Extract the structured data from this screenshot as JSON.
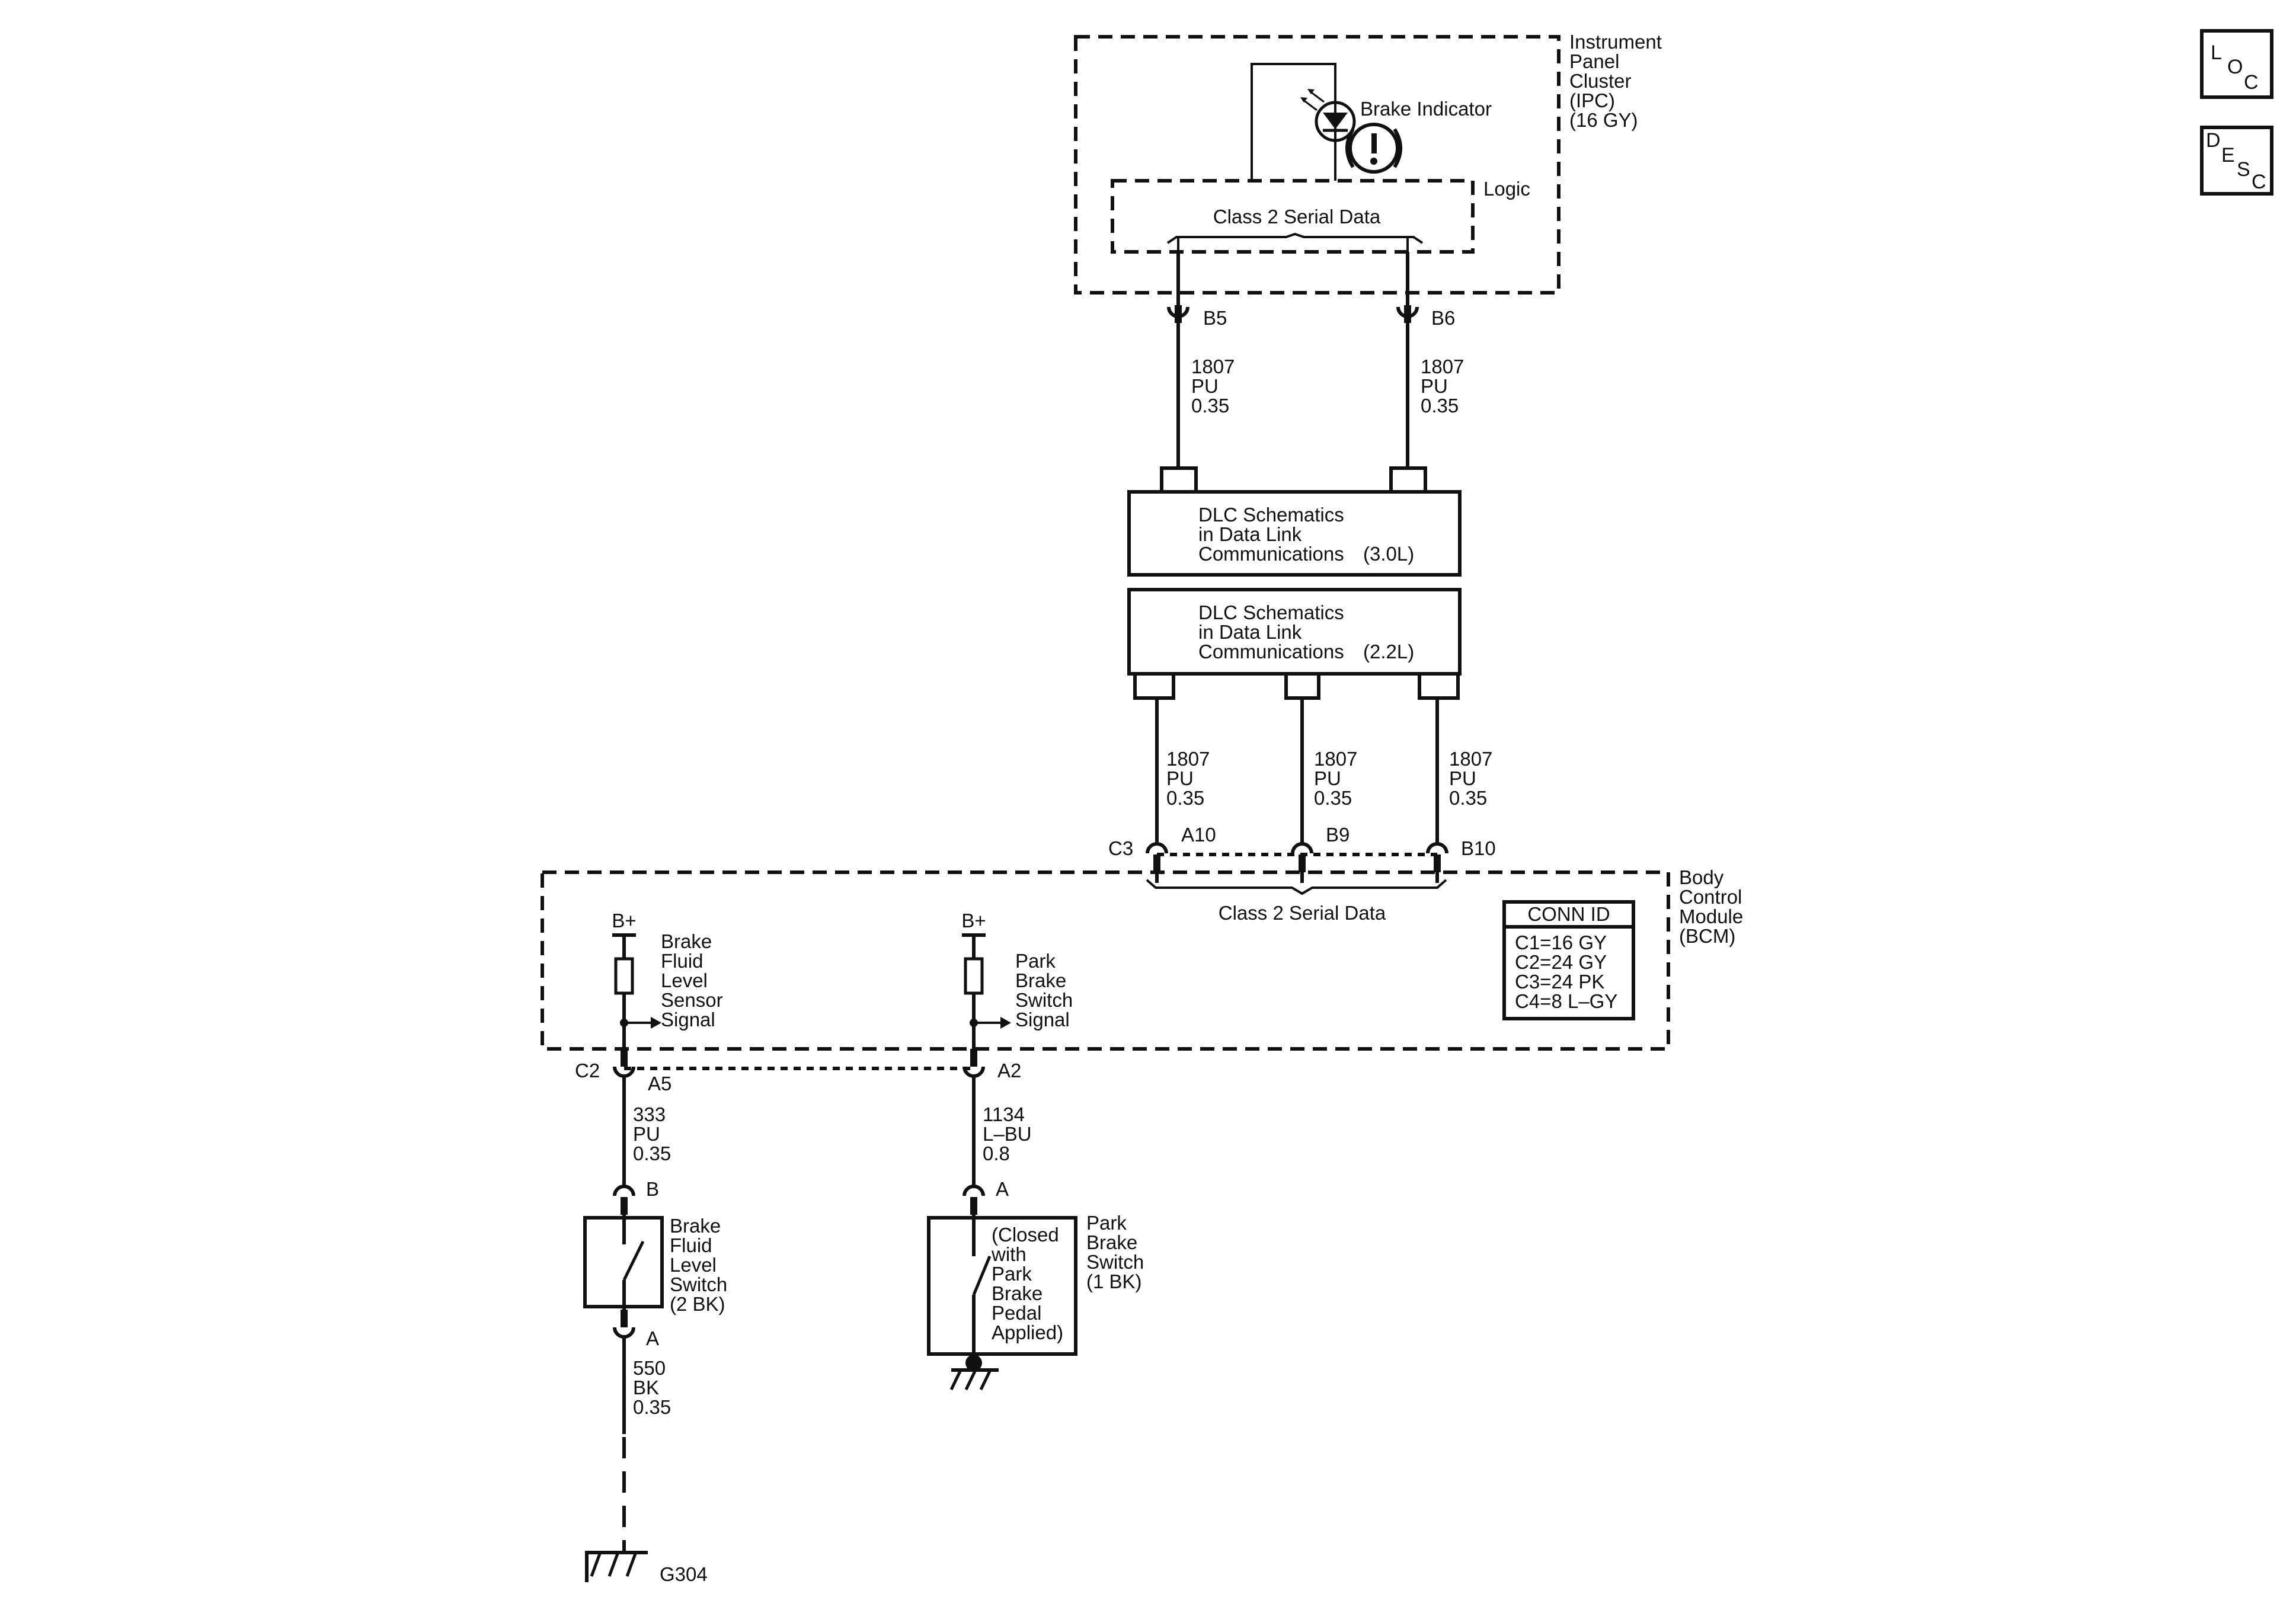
{
  "corner_buttons": {
    "loc": {
      "l1": "L",
      "l2": "O",
      "l3": "C"
    },
    "desc": {
      "l1": "D",
      "l2": "E",
      "l3": "S",
      "l4": "C"
    }
  },
  "ipc": {
    "title_lines": [
      "Instrument",
      "Panel",
      "Cluster",
      "(IPC)",
      "(16 GY)"
    ],
    "brake_indicator": "Brake Indicator",
    "logic": "Logic",
    "serial_data": "Class 2 Serial Data",
    "pin_left": "B5",
    "pin_right": "B6"
  },
  "upper_wires": {
    "left": [
      "1807",
      "PU",
      "0.35"
    ],
    "right": [
      "1807",
      "PU",
      "0.35"
    ]
  },
  "dlc_30": [
    "DLC Schematics",
    "in Data Link",
    "Communications",
    "(3.0L)"
  ],
  "dlc_22": [
    "DLC Schematics",
    "in Data Link",
    "Communications",
    "(2.2L)"
  ],
  "lower_wires": {
    "w1": [
      "1807",
      "PU",
      "0.35"
    ],
    "w2": [
      "1807",
      "PU",
      "0.35"
    ],
    "w3": [
      "1807",
      "PU",
      "0.35"
    ]
  },
  "bcm": {
    "title_lines": [
      "Body",
      "Control",
      "Module",
      "(BCM)"
    ],
    "connector_c3": "C3",
    "pin_a10": "A10",
    "pin_b9": "B9",
    "pin_b10": "B10",
    "serial_data": "Class 2 Serial Data",
    "conn_id": {
      "header": "CONN ID",
      "rows": [
        "C1=16 GY",
        "C2=24 GY",
        "C3=24 PK",
        "C4=8 L–GY"
      ]
    },
    "bplus_left": "B+",
    "bplus_right": "B+",
    "fluid_signal": [
      "Brake",
      "Fluid",
      "Level",
      "Sensor",
      "Signal"
    ],
    "park_signal": [
      "Park",
      "Brake",
      "Switch",
      "Signal"
    ],
    "connector_c2": "C2",
    "pin_a5": "A5",
    "pin_a2": "A2"
  },
  "fluid_wire": [
    "333",
    "PU",
    "0.35"
  ],
  "park_wire": [
    "1134",
    "L–BU",
    "0.8"
  ],
  "fluid_switch": {
    "pin_top": "B",
    "label": [
      "Brake",
      "Fluid",
      "Level",
      "Switch",
      "(2 BK)"
    ],
    "pin_bottom": "A"
  },
  "ground_wire": [
    "550",
    "BK",
    "0.35"
  ],
  "ground": "G304",
  "park_switch": {
    "pin_top": "A",
    "inner": [
      "(Closed",
      "with",
      "Park",
      "Brake",
      "Pedal",
      "Applied)"
    ],
    "label": [
      "Park",
      "Brake",
      "Switch",
      "(1 BK)"
    ]
  }
}
